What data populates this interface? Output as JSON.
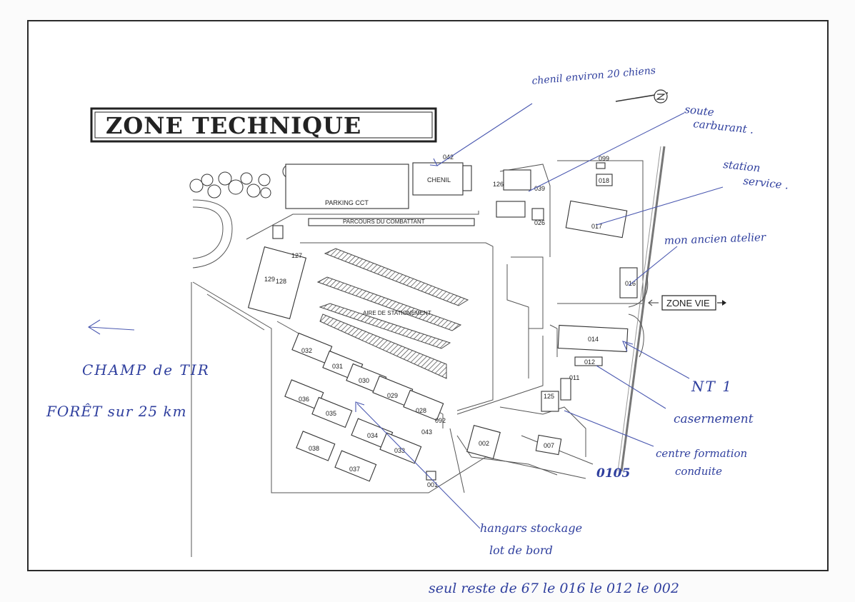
{
  "title": "ZONE TECHNIQUE",
  "zone_vie_label": "ZONE VIE",
  "areas": {
    "parking": "PARKING CCT",
    "parcours": "PARCOURS DU COMBATTANT",
    "stationnement": "AIRE DE STATIONEMENT",
    "chenil": "CHENIL"
  },
  "buildings": {
    "b042": "042",
    "b099": "099",
    "b018": "018",
    "b126": "126",
    "b039": "039",
    "b026": "026",
    "b017": "017",
    "b016": "016",
    "b127": "127",
    "b129": "129",
    "b128": "128",
    "b014": "014",
    "b012": "012",
    "b011": "011",
    "b125": "125",
    "b032": "032",
    "b031": "031",
    "b030": "030",
    "b029": "029",
    "b028": "028",
    "b092": "092",
    "b043": "043",
    "b036": "036",
    "b035": "035",
    "b034": "034",
    "b033": "033",
    "b038": "038",
    "b037": "037",
    "b001": "001",
    "b002": "002",
    "b007": "007"
  },
  "annotations": {
    "chenil": "chenil environ 20 chiens",
    "soute_1": "soute",
    "soute_2": "carburant .",
    "station_1": "station",
    "station_2": "service .",
    "atelier": "mon ancien atelier",
    "champ": "CHAMP de TIR",
    "foret": "FORÊT sur 25 km",
    "nt1": "NT 1",
    "casernement": "casernement",
    "centre_1": "centre formation",
    "centre_2": "conduite",
    "num_0105": "0105",
    "hangars_1": "hangars stockage",
    "hangars_2": "lot de bord",
    "footer": "seul reste de 67   le 016   le 012   le 002"
  },
  "colors": {
    "ink": "#2f3f9e",
    "line": "#333333"
  }
}
